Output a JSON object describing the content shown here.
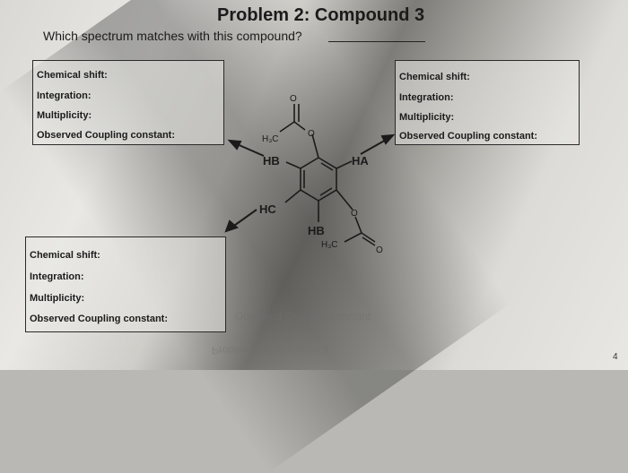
{
  "title": "Problem 2: Compound 3",
  "question": "Which spectrum matches with this compound?",
  "field_labels": {
    "chemical_shift": "Chemical shift:",
    "integration": "Integration:",
    "multiplicity": "Multiplicity:",
    "coupling": "Observed Coupling constant:"
  },
  "molecule_labels": {
    "h3c_top": "H₃C",
    "o_top": "O",
    "o_ring": "O",
    "hb_left": "HB",
    "ha_right": "HA",
    "hc": "HC",
    "hb_bottom": "HB",
    "h3c_bottom": "H₃C",
    "o_bottom_ring": "O",
    "o_bottom": "O"
  },
  "bleed_through": {
    "line1": "Observed Coupling constant",
    "line2": "Problem 2: Compound 3"
  },
  "page_number": "4"
}
